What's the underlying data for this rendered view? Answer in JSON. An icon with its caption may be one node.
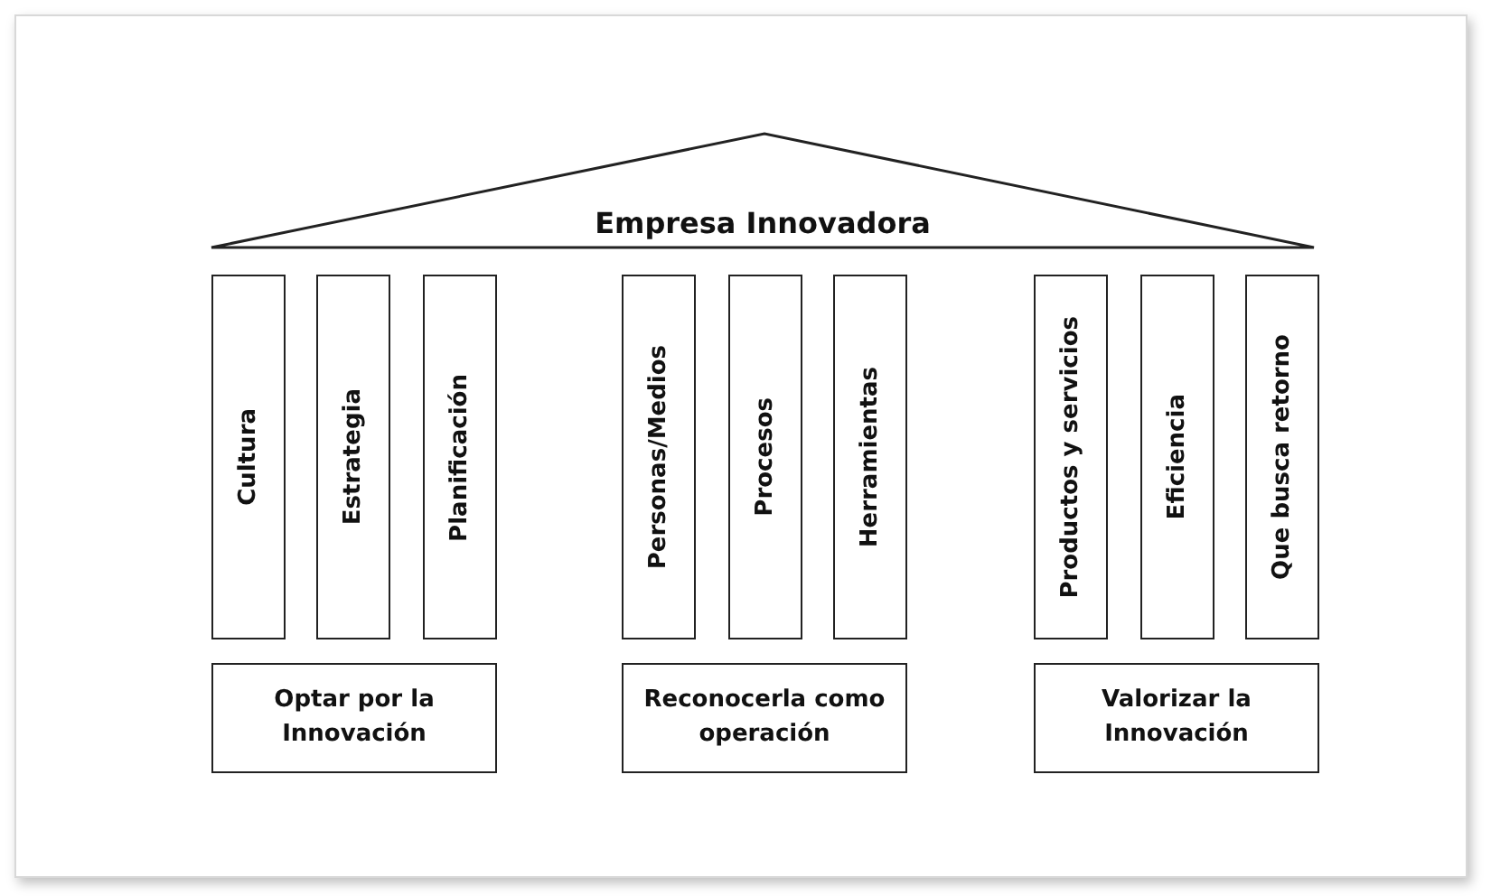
{
  "diagram": {
    "nodes": [
      {
        "text": [
          "Empresa Innovadora"
        ]
      },
      {
        "text": [
          "Cultura"
        ]
      },
      {
        "text": [
          "Estrategia"
        ]
      },
      {
        "text": [
          "Planificación"
        ]
      },
      {
        "text": [
          "Personas/Medios"
        ]
      },
      {
        "text": [
          "Procesos"
        ]
      },
      {
        "text": [
          "Herramientas"
        ]
      },
      {
        "text": [
          "Productos y servicios"
        ]
      },
      {
        "text": [
          "Eficiencia"
        ]
      },
      {
        "text": [
          "Que busca retorno"
        ]
      },
      {
        "text": [
          "Optar por la Innovación"
        ]
      },
      {
        "text": [
          "Reconocerla como operación"
        ]
      },
      {
        "text": [
          "Valorizar la Innovación"
        ]
      }
    ]
  }
}
